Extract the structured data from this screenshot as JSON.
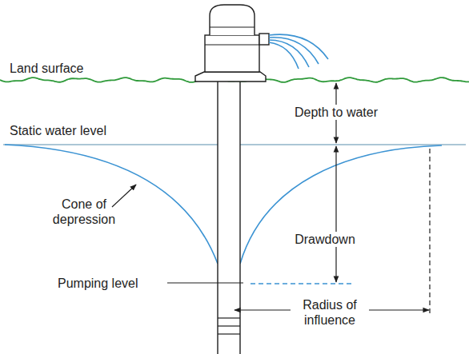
{
  "diagram": {
    "labels": [
      "Land surface",
      "Depth to water",
      "Static water level",
      "Cone of depression",
      "Drawdown",
      "Pumping level",
      "Radius of influence"
    ]
  }
}
